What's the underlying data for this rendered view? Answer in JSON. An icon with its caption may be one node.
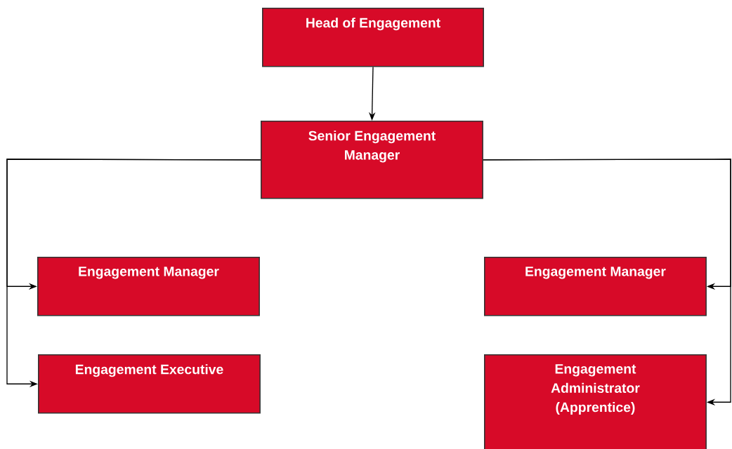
{
  "diagram": {
    "nodes": [
      {
        "text": [
          "Head of Engagement"
        ]
      },
      {
        "text": [
          "Senior Engagement Manager"
        ]
      },
      {
        "text": [
          "Engagement Manager"
        ]
      },
      {
        "text": [
          "Engagement Executive"
        ]
      },
      {
        "text": [
          "Engagement Manager"
        ]
      },
      {
        "text": [
          "Engagement Administrator (Apprentice)"
        ]
      }
    ],
    "edges": [
      {
        "from": 0,
        "to": 1,
        "arrow": "to"
      },
      {
        "from": 1,
        "to": 2,
        "arrow": "to"
      },
      {
        "from": 1,
        "to": 3,
        "arrow": "to"
      },
      {
        "from": 1,
        "to": 4,
        "arrow": "to"
      },
      {
        "from": 1,
        "to": 5,
        "arrow": "to"
      }
    ]
  }
}
